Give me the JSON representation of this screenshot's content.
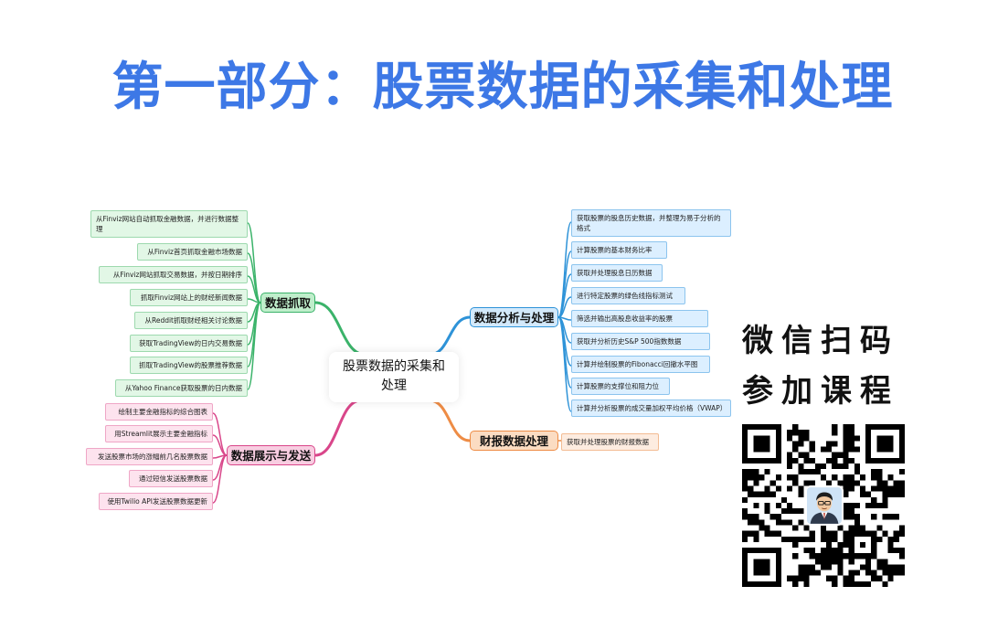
{
  "title": "第一部分：股票数据的采集和处理",
  "center": {
    "line1": "股票数据的采集和",
    "line2": "处理"
  },
  "branches": {
    "green": {
      "label": "数据抓取",
      "items": [
        "从Finviz网站自动抓取金融数据，并进行数据整理",
        "从Finviz首页抓取金融市场数据",
        "从Finviz网站抓取交易数据，并按日期排序",
        "抓取Finviz网站上的财经新闻数据",
        "从Reddit抓取财经相关讨论数据",
        "获取TradingView的日内交易数据",
        "抓取TradingView的股票推荐数据",
        "从Yahoo Finance获取股票的日内数据"
      ]
    },
    "blue": {
      "label": "数据分析与处理",
      "items": [
        "获取股票的股息历史数据，并整理为易于分析的格式",
        "计算股票的基本财务比率",
        "获取并处理股息日历数据",
        "进行特定股票的绿色线指标测试",
        "筛选并输出高股息收益率的股票",
        "获取并分析历史S&P 500指数数据",
        "计算并绘制股票的Fibonacci回撤水平图",
        "计算股票的支撑位和阻力位",
        "计算并分析股票的成交量加权平均价格（VWAP）"
      ]
    },
    "orange": {
      "label": "财报数据处理",
      "items": [
        "获取并处理股票的财报数据"
      ]
    },
    "pink": {
      "label": "数据展示与发送",
      "items": [
        "绘制主要金融指标的综合图表",
        "用Streamlit展示主要金融指标",
        "发送股票市场的涨幅前几名股票数据",
        "通过短信发送股票数据",
        "使用Twilio API发送股票数据更新"
      ]
    }
  },
  "qr": {
    "line1": "微信扫码",
    "line2": "参加课程"
  },
  "colors": {
    "title": "#3d78e6",
    "green": "#3bb36a",
    "blue": "#2e93d8",
    "orange": "#ee8c45",
    "pink": "#d9468a"
  },
  "icons": {
    "qr": "qr-code-icon",
    "avatar": "avatar-icon"
  }
}
